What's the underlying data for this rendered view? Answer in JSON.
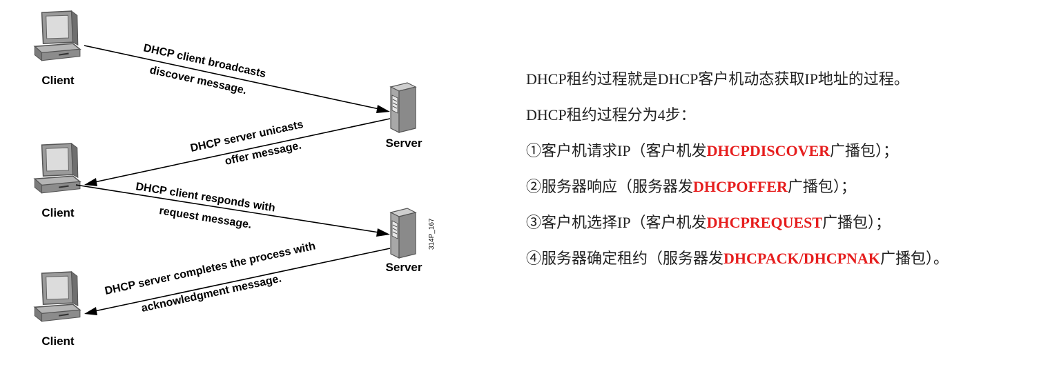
{
  "diagram": {
    "clients": [
      "Client",
      "Client",
      "Client"
    ],
    "servers": [
      "Server",
      "Server"
    ],
    "reference_id": "314P_167",
    "messages": [
      {
        "line1": "DHCP client broadcasts",
        "line2": "discover message."
      },
      {
        "line1": "DHCP server unicasts",
        "line2": "offer message."
      },
      {
        "line1": "DHCP client responds with",
        "line2": "request message."
      },
      {
        "line1": "DHCP server completes the process with",
        "line2": "acknowledgment message."
      }
    ]
  },
  "text": {
    "intro": "DHCP租约过程就是DHCP客户机动态获取IP地址的过程。",
    "steps_title": "DHCP租约过程分为4步：",
    "steps": [
      {
        "prefix": "①客户机请求IP（客户机发",
        "highlight": "DHCPDISCOVER",
        "suffix": "广播包）；"
      },
      {
        "prefix": "②服务器响应（服务器发",
        "highlight": "DHCPOFFER",
        "suffix": "广播包）；"
      },
      {
        "prefix": "③客户机选择IP（客户机发",
        "highlight": "DHCPREQUEST",
        "suffix": "广播包）；"
      },
      {
        "prefix": "④服务器确定租约（服务器发",
        "highlight": "DHCPACK/DHCPNAK",
        "suffix": "广播包）。"
      }
    ]
  },
  "colors": {
    "highlight": "#e61e1e",
    "body_text": "#222222"
  }
}
